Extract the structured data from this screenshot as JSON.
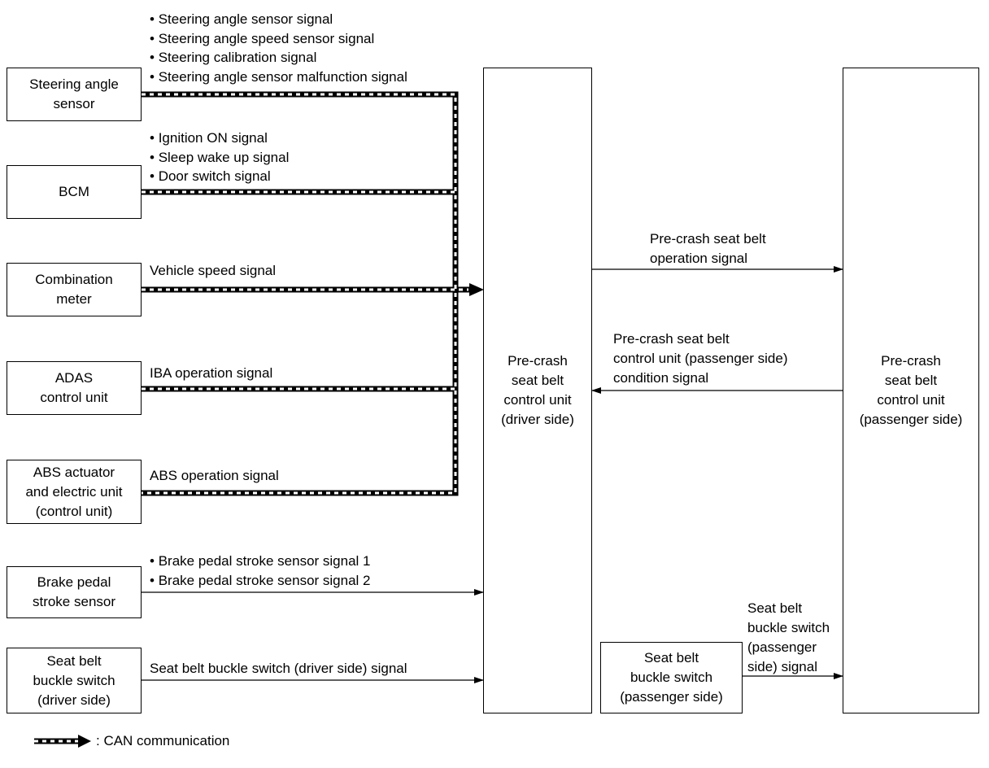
{
  "sources": [
    {
      "id": "steering",
      "lines": [
        "Steering angle",
        "sensor"
      ],
      "signals": [
        "Steering angle sensor signal",
        "Steering angle speed sensor signal",
        "Steering calibration signal",
        "Steering angle sensor malfunction signal"
      ]
    },
    {
      "id": "bcm",
      "lines": [
        "BCM"
      ],
      "signals": [
        "Ignition ON signal",
        "Sleep wake up signal",
        "Door switch signal"
      ]
    },
    {
      "id": "combination-meter",
      "lines": [
        "Combination",
        "meter"
      ],
      "signal": "Vehicle speed signal"
    },
    {
      "id": "adas",
      "lines": [
        "ADAS",
        "control unit"
      ],
      "signal": "IBA operation signal"
    },
    {
      "id": "abs",
      "lines": [
        "ABS actuator",
        "and electric unit",
        "(control unit)"
      ],
      "signal": "ABS operation signal"
    },
    {
      "id": "brake-pedal",
      "lines": [
        "Brake pedal",
        "stroke sensor"
      ],
      "signals": [
        "Brake pedal stroke sensor signal 1",
        "Brake pedal stroke sensor signal 2"
      ]
    },
    {
      "id": "seat-belt-driver",
      "lines": [
        "Seat belt",
        "buckle switch",
        "(driver side)"
      ],
      "signal": "Seat belt buckle switch (driver side) signal"
    }
  ],
  "driver_unit": {
    "lines": [
      "Pre-crash",
      "seat belt",
      "control unit",
      "(driver side)"
    ]
  },
  "passenger_unit": {
    "lines": [
      "Pre-crash",
      "seat belt",
      "control unit",
      "(passenger side)"
    ]
  },
  "passenger_switch": {
    "lines": [
      "Seat belt",
      "buckle switch",
      "(passenger side)"
    ]
  },
  "links": {
    "operation_signal": [
      "Pre-crash seat belt",
      "operation signal"
    ],
    "condition_signal": [
      "Pre-crash seat belt",
      "control unit (passenger side)",
      "condition signal"
    ],
    "passenger_buckle_signal": [
      "Seat belt",
      "buckle switch",
      "(passenger",
      "side) signal"
    ]
  },
  "legend": {
    "text": ": CAN communication"
  }
}
